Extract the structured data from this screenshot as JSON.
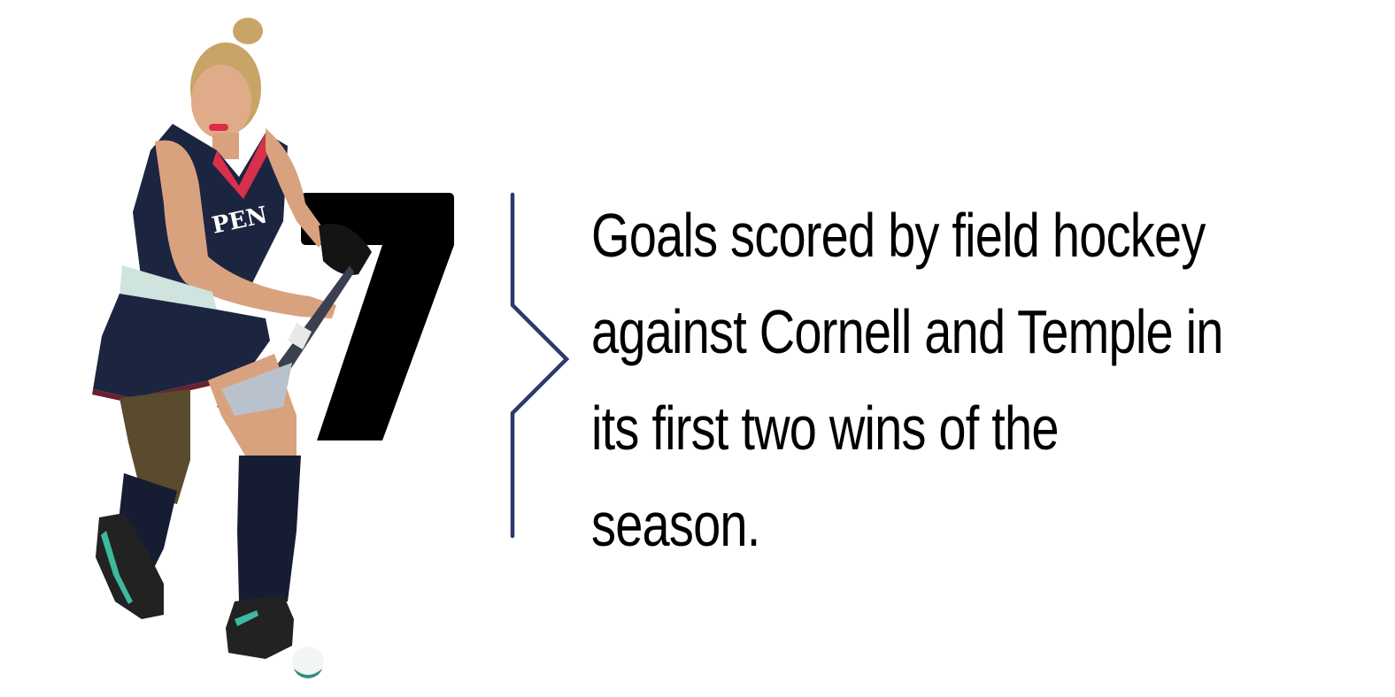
{
  "stat": {
    "number": "7",
    "description_lines": [
      "Goals scored by field hockey",
      "against Cornell and Temple in",
      "its first two wins of the",
      "season."
    ]
  },
  "colors": {
    "number": "#000000",
    "bracket": "#2b3a6b",
    "jersey_navy": "#1c2540",
    "jersey_red": "#d8304a",
    "skin": "#d9a27e",
    "hair": "#c9a467",
    "shoe_accent": "#3fb8a0"
  },
  "photo": {
    "subject": "field hockey player in navy Penn jersey dribbling ball"
  }
}
